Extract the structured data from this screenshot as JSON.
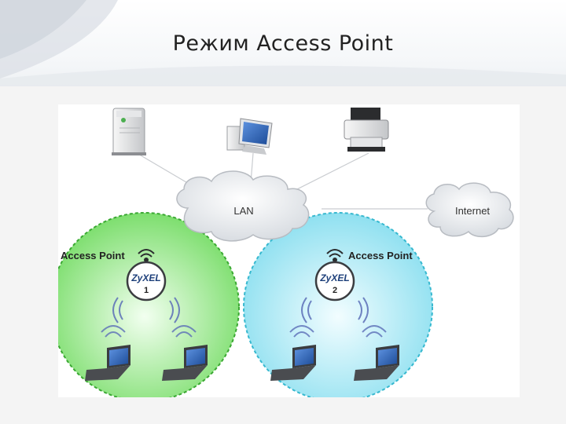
{
  "slide": {
    "title": "Режим Access Point"
  },
  "diagram": {
    "lan_label": "LAN",
    "internet_label": "Internet",
    "access_points": [
      {
        "label": "Access Point",
        "brand": "ZyXEL",
        "number": "1",
        "zone_color": "#7dde6e",
        "border_color": "#3aa832"
      },
      {
        "label": "Access Point",
        "brand": "ZyXEL",
        "number": "2",
        "zone_color": "#8fe0f0",
        "border_color": "#36b8cf"
      }
    ],
    "colors": {
      "wave": "#5c6fb8",
      "cloud": "#e3e6ea",
      "laptop_screen": "#2c64b4"
    }
  }
}
